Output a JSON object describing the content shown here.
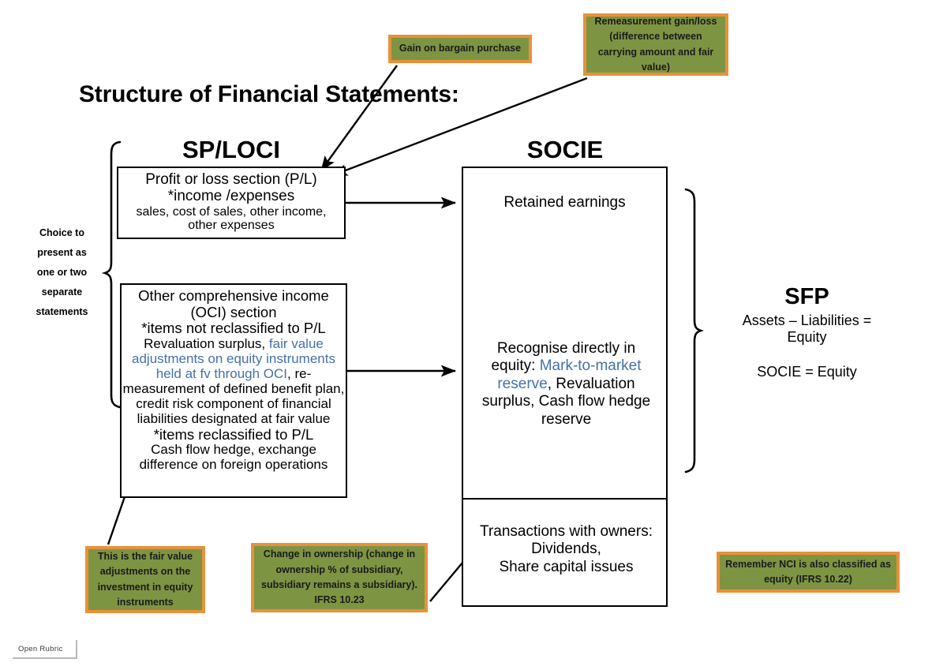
{
  "page_title": "Structure of Financial Statements:",
  "columns": {
    "left_heading": "SP/LOCI",
    "middle_heading": "SOCIE"
  },
  "left_bracket_label": {
    "lines": [
      "Choice to",
      "present as",
      "one or two",
      "separate",
      "statements"
    ],
    "text": "Choice to present as one or two separate statements"
  },
  "profit_loss_box": {
    "line1": "Profit or loss section (P/L)",
    "line2": "*income /expenses",
    "line3": "sales, cost of sales, other income,",
    "line4": "other expenses"
  },
  "oci_box": {
    "line1": "Other comprehensive income",
    "line2": "(OCI) section",
    "line3": "*items not reclassified to P/L",
    "line4_black_a": "Revaluation surplus, ",
    "line4_blue": "fair value adjustments on equity instruments held at fv through OCI",
    "line5_black": ", re-measurement of defined benefit plan, credit risk component of financial liabilities designated at fair value",
    "line6": "*items reclassified to P/L",
    "line7": "Cash flow hedge, exchange",
    "line8": "difference on foreign operations"
  },
  "socie_box": {
    "retained_earnings": "Retained earnings",
    "recognise_prefix": "Recognise directly in equity: ",
    "recognise_blue": "Mark-to-market reserve",
    "recognise_suffix": ", Revaluation surplus, Cash flow hedge reserve",
    "transactions_line1": "Transactions with owners:",
    "transactions_line2": "Dividends,",
    "transactions_line3": "Share capital issues"
  },
  "sfp_block": {
    "title": "SFP",
    "equation_line1": "Assets – Liabilities =",
    "equation_line2": "Equity",
    "socie_equation": "SOCIE = Equity"
  },
  "callouts": {
    "bargain_purchase": "Gain on bargain purchase",
    "remeasurement": "Remeasurement gain/loss (difference between carrying amount and fair value)",
    "fair_value_adjustments": "This is the fair value adjustments on the investment in equity instruments",
    "change_in_ownership": "Change in ownership (change in ownership % of subsidiary, subsidiary remains a subsidiary). IFRS 10.23",
    "nci_equity": "Remember NCI is also classified as equity (IFRS 10.22)"
  },
  "footer": {
    "open_rubric": "Open Rubric"
  },
  "colors": {
    "callout_fill": "#7d9443",
    "callout_border": "#e8913a",
    "highlight_text": "#4472a8",
    "body_text": "#000000",
    "background": "#ffffff"
  }
}
